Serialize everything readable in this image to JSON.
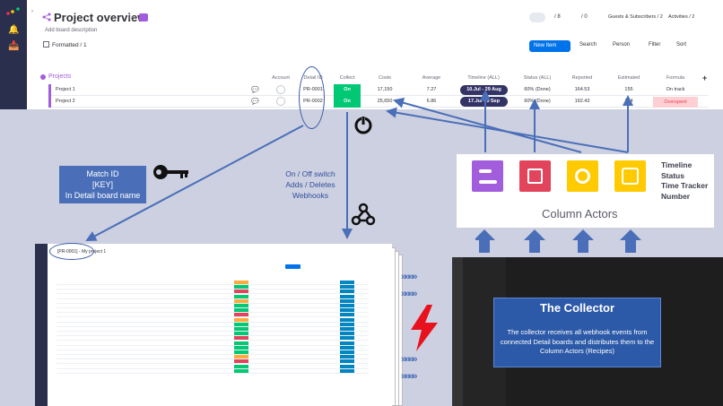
{
  "board": {
    "title": "Project overview",
    "description": "Add board description",
    "view": "Formatted / 1",
    "guests": "Guests & Subscribers / 2",
    "activities": "Activities / 2",
    "count_a": "/ 8",
    "count_b": "/ 0",
    "toolbar": {
      "new_item": "New Item",
      "search": "Search",
      "person": "Person",
      "filter": "Filter",
      "sort": "Sort"
    },
    "group": "Projects",
    "columns": [
      "Account",
      "Detail ID",
      "Collect",
      "Costs",
      "Average",
      "Timeline (ALL)",
      "Status (ALL)",
      "Reported",
      "Estimated",
      "Formula"
    ],
    "rows": [
      {
        "name": "Project 1",
        "detail_id": "PR-0001",
        "collect": "On",
        "costs": "17,150",
        "average": "7.27",
        "timeline": "10.Jul - 29 Aug",
        "status": "60% (Done)",
        "reported": "164.53",
        "estimated": "155",
        "formula": "On track"
      },
      {
        "name": "Project 2",
        "detail_id": "PR-0002",
        "collect": "On",
        "costs": "25,650",
        "average": "6.86",
        "timeline": "17.Jul - 5 Sep",
        "status": "60% (Done)",
        "reported": "192.43",
        "estimated": "194",
        "formula": "Overspent"
      }
    ]
  },
  "annotations": {
    "match": [
      "Match ID",
      "[KEY]",
      "In Detail board name"
    ],
    "switch": [
      "On / Off switch",
      "Adds / Deletes",
      "Webhooks"
    ],
    "actor_labels": [
      "Timeline",
      "Status",
      "Time Tracker",
      "Number"
    ],
    "actors_title": "Column Actors",
    "collector_title": "The Collector",
    "collector_text": "The collector receives all webhook events from connected Detail boards and distributes them to the Column Actors (Recipes)",
    "detail_title": "[PR-0001] - My project 1"
  },
  "colors": {
    "actor_purple": "#a25ddc",
    "actor_pink": "#e2445c",
    "actor_yellow": "#ffcb00",
    "arrow": "#4a6fb8"
  }
}
